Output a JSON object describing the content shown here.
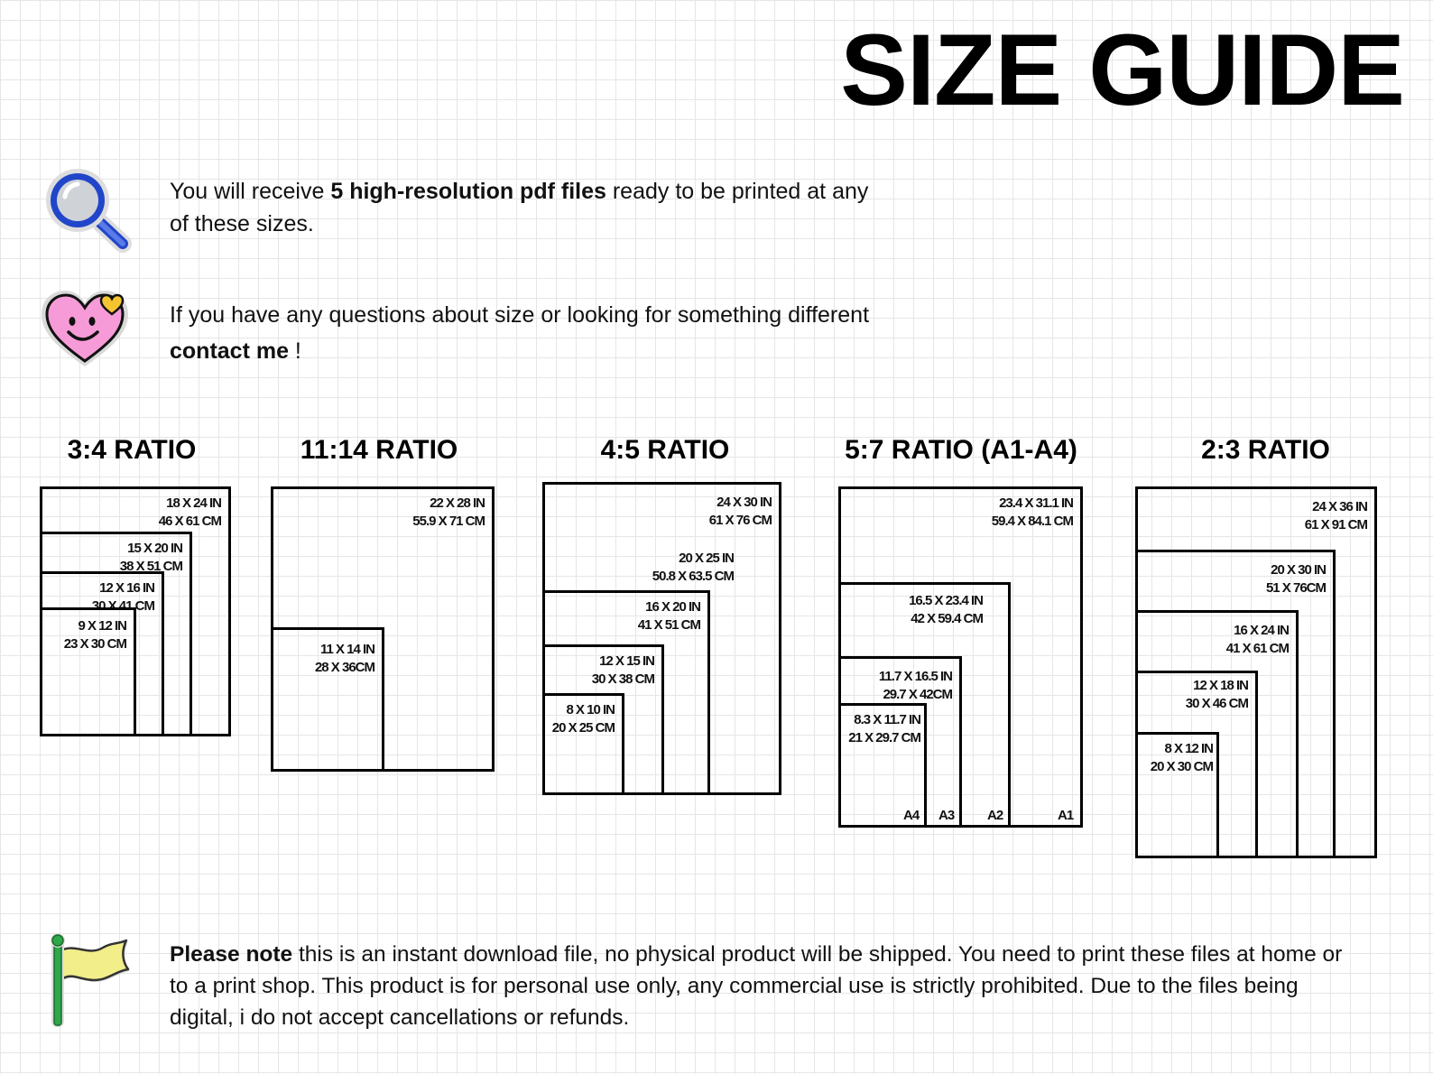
{
  "header": {
    "title": "SIZE GUIDE"
  },
  "intro": {
    "line1_pre": "You will receive ",
    "line1_bold": "5 high-resolution pdf files",
    "line1_post": " ready to be printed at any",
    "line2": "of these sizes.",
    "icon": "magnifier-icon"
  },
  "contact": {
    "line1": "If you have any questions about size or looking for something different",
    "bold": "contact me",
    "post": " !",
    "icon": "smiley-heart-icon"
  },
  "ratios": [
    {
      "title": "3:4 RATIO",
      "sizes": [
        {
          "in": "18 X 24 IN",
          "cm": "46 X 61 CM"
        },
        {
          "in": "15 X 20 IN",
          "cm": "38 X 51 CM"
        },
        {
          "in": "12 X 16 IN",
          "cm": "30 X 41 CM"
        },
        {
          "in": "9 X 12 IN",
          "cm": "23 X 30 CM"
        }
      ]
    },
    {
      "title": "11:14 RATIO",
      "sizes": [
        {
          "in": "22 X 28 IN",
          "cm": "55.9 X 71 CM"
        },
        {
          "in": "11 X 14 IN",
          "cm": "28 X 36CM"
        }
      ]
    },
    {
      "title": "4:5 RATIO",
      "sizes": [
        {
          "in": "24 X 30 IN",
          "cm": "61 X 76 CM"
        },
        {
          "in": "20 X 25 IN",
          "cm": "50.8 X 63.5 CM"
        },
        {
          "in": "16 X 20 IN",
          "cm": "41 X 51 CM"
        },
        {
          "in": "12 X 15 IN",
          "cm": "30 X 38 CM"
        },
        {
          "in": "8 X 10 IN",
          "cm": "20 X 25 CM"
        }
      ]
    },
    {
      "title": "5:7 RATIO (A1-A4)",
      "sizes": [
        {
          "in": "23.4 X 31.1 IN",
          "cm": "59.4 X 84.1 CM",
          "a": "A1"
        },
        {
          "in": "16.5 X 23.4 IN",
          "cm": "42 X 59.4 CM",
          "a": "A2"
        },
        {
          "in": "11.7  X 16.5 IN",
          "cm": "29.7 X 42CM",
          "a": "A3"
        },
        {
          "in": "8.3 X 11.7  IN",
          "cm": "21 X 29.7 CM",
          "a": "A4"
        }
      ]
    },
    {
      "title": "2:3 RATIO",
      "sizes": [
        {
          "in": "24 X 36 IN",
          "cm": "61 X 91 CM"
        },
        {
          "in": "20 X 30 IN",
          "cm": "51 X 76CM"
        },
        {
          "in": "16 X 24 IN",
          "cm": "41 X 61 CM"
        },
        {
          "in": "12 X 18 IN",
          "cm": "30 X 46 CM"
        },
        {
          "in": "8 X 12 IN",
          "cm": "20 X 30 CM"
        }
      ]
    }
  ],
  "note": {
    "bold": "Please note",
    "text1": " this is an instant download file, no physical product will be shipped.  You need to print these files at home or",
    "text2": "to a print shop. This product is for personal use only, any commercial use is strictly prohibited. Due to the files being",
    "text3": "digital, i do not accept cancellations or refunds.",
    "icon": "flag-icon"
  }
}
